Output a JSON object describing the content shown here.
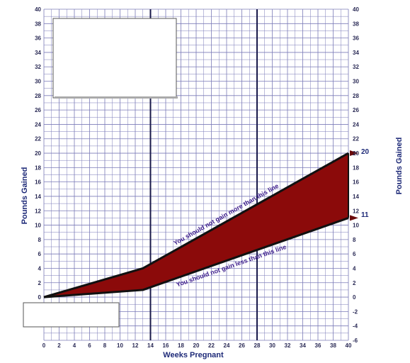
{
  "chart_data": {
    "type": "area",
    "xlabel": "Weeks Pregnant",
    "ylabel_left": "Pounds Gained",
    "ylabel_right": "Pounds Gained",
    "xlim": [
      0,
      40
    ],
    "ylim": [
      -6,
      40
    ],
    "x_ticks": [
      0,
      2,
      4,
      6,
      8,
      10,
      12,
      14,
      16,
      18,
      20,
      22,
      24,
      26,
      28,
      30,
      32,
      34,
      36,
      38,
      40
    ],
    "y_ticks_left": [
      0,
      2,
      4,
      6,
      8,
      10,
      12,
      14,
      16,
      18,
      20,
      22,
      24,
      26,
      28,
      30,
      32,
      34,
      36,
      38,
      40
    ],
    "y_ticks_right": [
      -6,
      -4,
      -2,
      0,
      2,
      4,
      6,
      8,
      10,
      12,
      14,
      16,
      18,
      20,
      22,
      24,
      26,
      28,
      30,
      32,
      34,
      36,
      38,
      40
    ],
    "grid": true,
    "vertical_markers": [
      14,
      28
    ],
    "series": [
      {
        "name": "upper",
        "x": [
          0,
          13,
          40
        ],
        "y": [
          0,
          4,
          20
        ]
      },
      {
        "name": "lower",
        "x": [
          0,
          13,
          40
        ],
        "y": [
          0,
          1,
          11
        ]
      }
    ],
    "annotations": [
      {
        "text": "You should not gain more than this line",
        "series": "upper"
      },
      {
        "text": "You should not gain less than this line",
        "series": "lower"
      }
    ],
    "end_labels": [
      "20",
      "11"
    ],
    "colors": {
      "fill": "#8b0a0a",
      "line": "#111111",
      "grid": "#7b7bb8",
      "text": "#1e2a78"
    }
  }
}
